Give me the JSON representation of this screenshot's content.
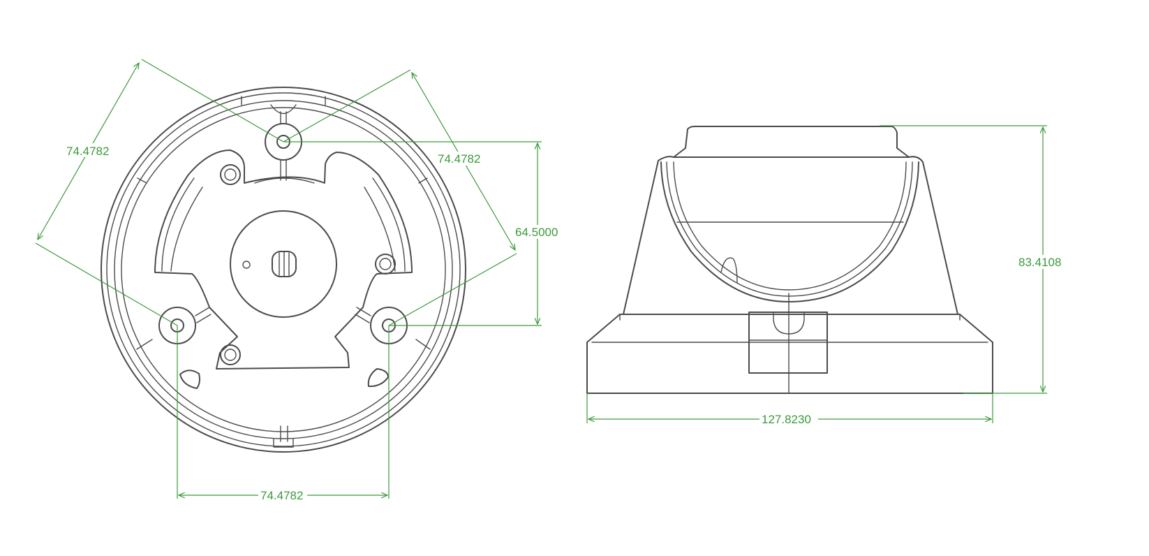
{
  "colors": {
    "outline": "#4a4a4a",
    "dimension": "#3a9a3a",
    "background": "#ffffff"
  },
  "dimensions": {
    "top_left_hole_spacing": "74.4782",
    "top_right_hole_spacing": "74.4782",
    "vertical_hole_offset": "64.5000",
    "bottom_hole_spacing": "74.4782",
    "side_height": "83.4108",
    "side_width": "127.8230"
  }
}
